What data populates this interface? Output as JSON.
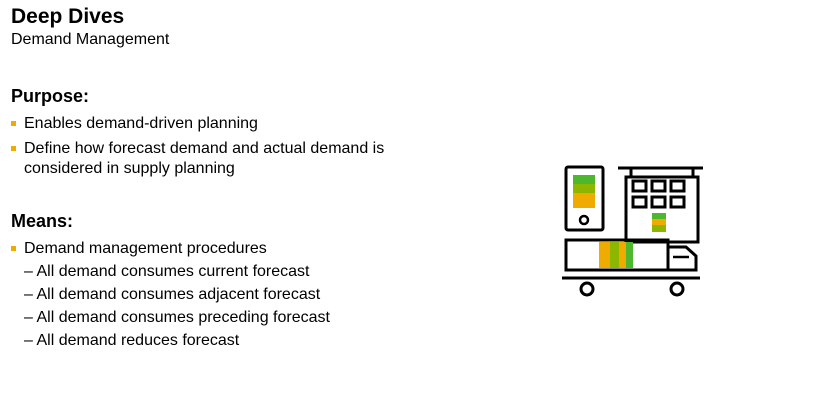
{
  "header": {
    "title": "Deep Dives",
    "subtitle": "Demand Management"
  },
  "purpose": {
    "heading": "Purpose:",
    "bullets": [
      "Enables demand-driven planning",
      "Define how forecast demand and actual demand is considered in supply planning"
    ]
  },
  "means": {
    "heading": "Means:",
    "bullets": [
      "Demand management procedures"
    ],
    "sub_items": [
      "– All demand consumes current forecast",
      "– All demand consumes adjacent forecast",
      "– All demand consumes preceding forecast",
      "– All demand reduces forecast"
    ]
  },
  "colors": {
    "accent": "#f0ab00",
    "green": "#4db82e",
    "lime": "#8db600",
    "orange": "#f0ab00",
    "outline": "#000000"
  },
  "illustration": {
    "icon": "supply-chain-factory-truck-icon"
  }
}
